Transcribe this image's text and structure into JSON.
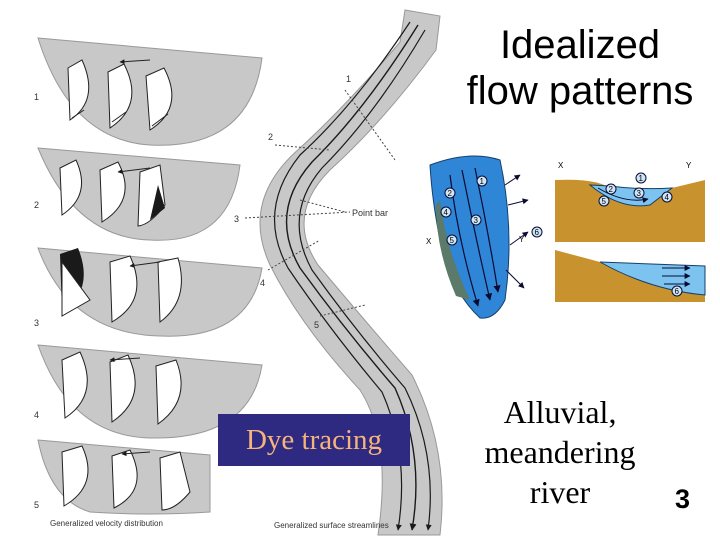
{
  "slide": {
    "title": "Idealized\nflow patterns",
    "dye_label": "Dye tracing",
    "alluvial_label": "Alluvial,\nmeandering\nriver",
    "slide_number": "3"
  },
  "diagram": {
    "section_numbers": [
      "1",
      "2",
      "3",
      "4",
      "5"
    ],
    "channel_labels": [
      "1",
      "2",
      "3",
      "4",
      "5"
    ],
    "point_bar_label": "Point bar",
    "caption_velocity": "Generalized velocity distribution",
    "caption_streamlines": "Generalized surface streamlines",
    "colors": {
      "gray": "#c8c8c8",
      "dark": "#1a1a1a",
      "blue": "#2f86d6",
      "sand": "#c8922e",
      "water": "#7cc4ef"
    }
  },
  "inset": {
    "plan_labels": [
      "X",
      "Y"
    ],
    "plan_markers": [
      "1",
      "2",
      "3",
      "4",
      "5",
      "6"
    ],
    "section_labels": [
      "X",
      "Y"
    ],
    "section_markers": [
      "1",
      "2",
      "3",
      "4",
      "5"
    ],
    "lower_marker": "6"
  }
}
